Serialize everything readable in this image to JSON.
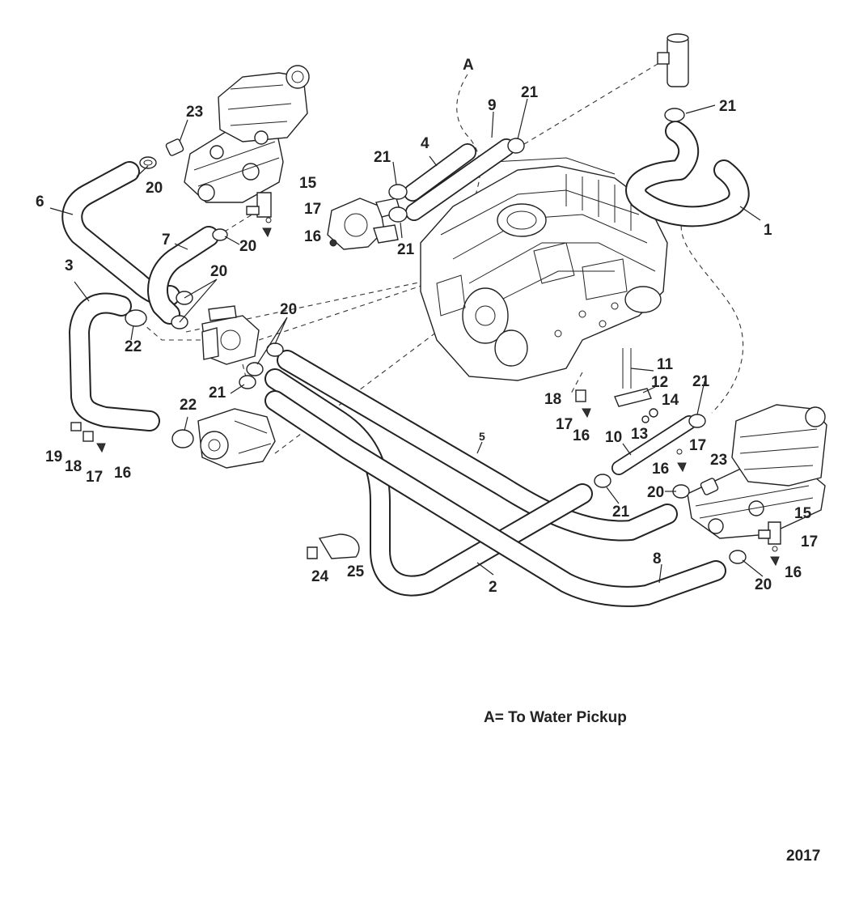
{
  "callouts": {
    "c1": "1",
    "c2": "2",
    "c3": "3",
    "c4": "4",
    "c5": "5",
    "c6": "6",
    "c7": "7",
    "c8": "8",
    "c9": "9",
    "c10": "10",
    "c11": "11",
    "c12": "12",
    "c13": "13",
    "c14": "14",
    "c15a": "15",
    "c15b": "15",
    "c16a": "16",
    "c16b": "16",
    "c16c": "16",
    "c16d": "16",
    "c16e": "16",
    "c17a": "17",
    "c17b": "17",
    "c17c": "17",
    "c17d": "17",
    "c17e": "17",
    "c18a": "18",
    "c18b": "18",
    "c19": "19",
    "c20a": "20",
    "c20b": "20",
    "c20c": "20",
    "c20d": "20",
    "c20e": "20",
    "c20f": "20",
    "c21a": "21",
    "c21b": "21",
    "c21c": "21",
    "c21d": "21",
    "c21e": "21",
    "c21f": "21",
    "c21g": "21",
    "c22a": "22",
    "c22b": "22",
    "c23a": "23",
    "c23b": "23",
    "c24": "24",
    "c25": "25",
    "cA": "A"
  },
  "legend": "A= To Water Pickup",
  "year": "2017"
}
